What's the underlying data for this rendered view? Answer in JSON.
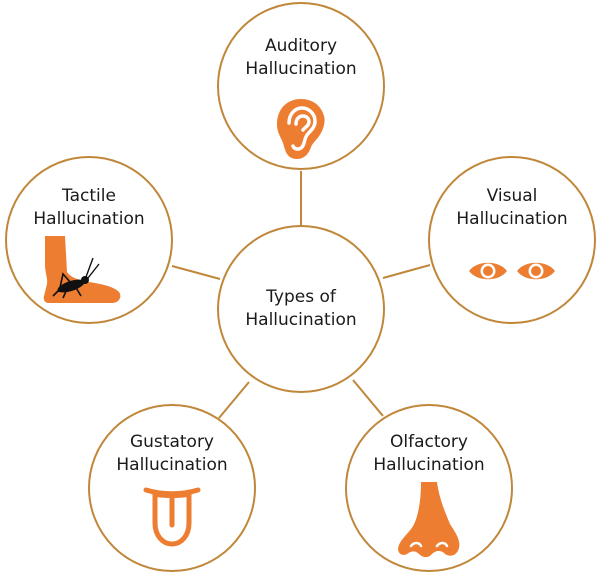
{
  "colors": {
    "border": "#C0873A",
    "accent": "#ED7D31",
    "text": "#1a1a1a"
  },
  "center": {
    "line1": "Types of",
    "line2": "Hallucination"
  },
  "nodes": {
    "auditory": {
      "line1": "Auditory",
      "line2": "Hallucination",
      "icon": "ear-icon"
    },
    "visual": {
      "line1": "Visual",
      "line2": "Hallucination",
      "icon": "eyes-icon"
    },
    "olfactory": {
      "line1": "Olfactory",
      "line2": "Hallucination",
      "icon": "nose-icon"
    },
    "gustatory": {
      "line1": "Gustatory",
      "line2": "Hallucination",
      "icon": "tongue-icon"
    },
    "tactile": {
      "line1": "Tactile",
      "line2": "Hallucination",
      "icon": "foot-with-insect-icon"
    }
  }
}
